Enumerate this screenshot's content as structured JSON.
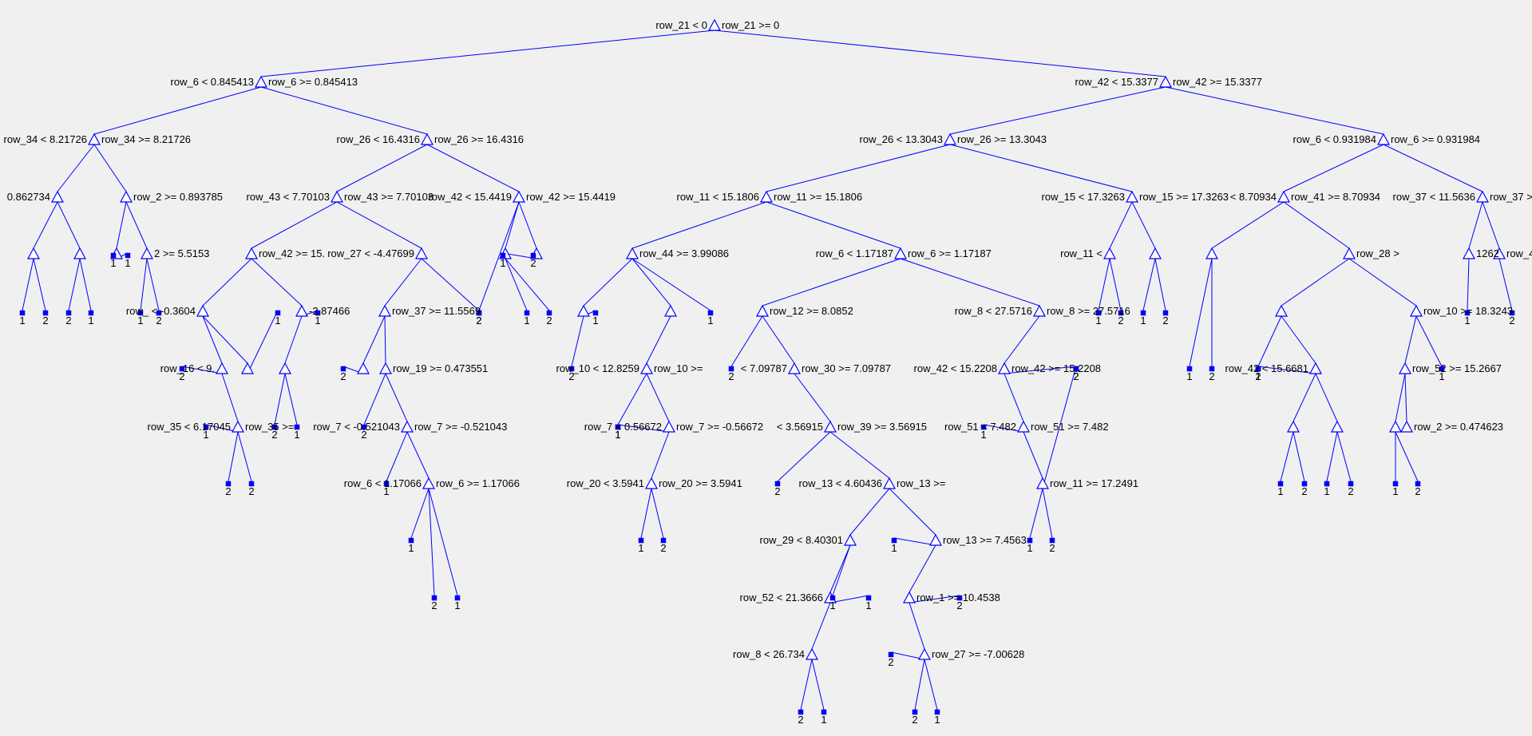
{
  "figure": {
    "background": "#f0f0f0",
    "line_color": "#0000ff",
    "split_marker": "open-triangle",
    "leaf_marker": "filled-dot"
  },
  "tree": {
    "nodes": [
      {
        "id": "n1",
        "left": "row_21 < 0",
        "right": "row_21 >= 0"
      },
      {
        "id": "n2",
        "parent": "n1",
        "left": "row_6 < 0.845413",
        "right": "row_6 >= 0.845413"
      },
      {
        "id": "n3",
        "parent": "n1",
        "left": "row_42 < 15.3377",
        "right": "row_42 >= 15.3377"
      },
      {
        "id": "n4",
        "parent": "n2",
        "left": "row_34 < 8.21726",
        "right": "row_34 >= 8.21726"
      },
      {
        "id": "n5",
        "parent": "n2",
        "left": "row_26 < 16.4316",
        "right": "row_26 >= 16.4316"
      },
      {
        "id": "n6",
        "parent": "n3",
        "left": "row_26 < 13.3043",
        "right": "row_26 >= 13.3043"
      },
      {
        "id": "n7",
        "parent": "n3",
        "left": "row_6 < 0.931984",
        "right": "row_6 >= 0.931984"
      },
      {
        "id": "n8",
        "parent": "n4",
        "left": "0.862734",
        "right": ""
      },
      {
        "id": "n9",
        "parent": "n4",
        "left": "",
        "right": "row_2 >= 0.893785"
      },
      {
        "id": "n10",
        "parent": "n5",
        "left": "row_43 < 7.70103",
        "right": "row_43 >= 7.70103"
      },
      {
        "id": "n11",
        "parent": "n5",
        "left": "row_42 < 15.4419",
        "right": "row_42 >= 15.4419"
      },
      {
        "id": "n12",
        "parent": "n6",
        "left": "row_11 < 15.1806",
        "right": "row_11 >= 15.1806"
      },
      {
        "id": "n13",
        "parent": "n6",
        "left": "row_15 < 17.3263",
        "right": "row_15 >= 17.3263"
      },
      {
        "id": "n14",
        "parent": "n7",
        "left": "< 8.70934",
        "right": "row_41 >= 8.70934"
      },
      {
        "id": "n15",
        "parent": "n7",
        "left": "row_37 < 11.5636",
        "right": "row_37 >"
      },
      {
        "id": "n16",
        "parent": "n8",
        "left": "",
        "right": ""
      },
      {
        "id": "n17",
        "parent": "n8",
        "left": "",
        "right": ""
      },
      {
        "id": "n18",
        "parent": "n9",
        "left": "",
        "right": ""
      },
      {
        "id": "n19",
        "parent": "n9",
        "left": "",
        "right": "2 >= 5.5153"
      },
      {
        "id": "n20",
        "parent": "n10",
        "left": "",
        "right": "row_42 >= 15."
      },
      {
        "id": "n21",
        "parent": "n10",
        "left": "row_27 < -4.47699",
        "right": ""
      },
      {
        "id": "n22",
        "parent": "n11",
        "left": "",
        "right": ""
      },
      {
        "id": "n23",
        "parent": "n11",
        "left": "",
        "right": ""
      },
      {
        "id": "n24",
        "parent": "n12",
        "left": "",
        "right": "row_44 >= 3.99086"
      },
      {
        "id": "n25",
        "parent": "n12",
        "left": "row_6 < 1.17187",
        "right": "row_6 >= 1.17187"
      },
      {
        "id": "n26",
        "parent": "n13",
        "left": "row_11 <",
        "right": ""
      },
      {
        "id": "n27",
        "parent": "n13",
        "left": "",
        "right": ""
      },
      {
        "id": "n28",
        "parent": "n14",
        "left": "",
        "right": ""
      },
      {
        "id": "n29",
        "parent": "n14",
        "left": "",
        "right": "row_28 >"
      },
      {
        "id": "n30",
        "parent": "n15",
        "left": "",
        "right": "1262"
      },
      {
        "id": "n31",
        "parent": "n15",
        "left": "",
        "right": "row_4"
      },
      {
        "id": "n32",
        "parent": "n20",
        "left": "row_ < -0.3604",
        "right": ""
      },
      {
        "id": "n33",
        "parent": "n20",
        "left": "",
        "right": "-2.87466"
      },
      {
        "id": "n34",
        "parent": "n21",
        "left": "",
        "right": "row_37 >= 11.5569"
      },
      {
        "id": "n35",
        "parent": "n24",
        "left": "",
        "right": ""
      },
      {
        "id": "n36",
        "parent": "n24",
        "left": "",
        "right": ""
      },
      {
        "id": "n37",
        "parent": "n25",
        "left": "",
        "right": "row_12 >= 8.0852"
      },
      {
        "id": "n38",
        "parent": "n25",
        "left": "row_8 < 27.5716",
        "right": "row_8 >= 27.5716"
      },
      {
        "id": "n39",
        "parent": "n29",
        "left": "",
        "right": ""
      },
      {
        "id": "n40",
        "parent": "n29",
        "left": "",
        "right": "row_10 >= 18.3243"
      },
      {
        "id": "n41",
        "parent": "n32",
        "left": "row_16 < 9.",
        "right": ""
      },
      {
        "id": "n42",
        "parent": "n32",
        "left": "",
        "right": ""
      },
      {
        "id": "n43",
        "parent": "n33",
        "left": "",
        "right": ""
      },
      {
        "id": "n44",
        "parent": "n34",
        "left": "",
        "right": ""
      },
      {
        "id": "n45",
        "parent": "n34",
        "left": "",
        "right": "row_19 >= 0.473551"
      },
      {
        "id": "n46",
        "parent": "n36",
        "left": "row_10 < 12.8259",
        "right": "row_10 >="
      },
      {
        "id": "n47",
        "parent": "n37",
        "left": "< 7.09787",
        "right": "row_30 >= 7.09787"
      },
      {
        "id": "n48",
        "parent": "n38",
        "left": "row_42 < 15.2208",
        "right": "row_42 >= 15.2208"
      },
      {
        "id": "n49",
        "parent": "n39",
        "left": "row_42 < 15.6681",
        "right": ""
      },
      {
        "id": "n50",
        "parent": "n40",
        "left": "",
        "right": "row_52 >= 15.2667"
      },
      {
        "id": "n51",
        "parent": "n41",
        "left": "row_35 < 6.17045",
        "right": "row_35 >="
      },
      {
        "id": "n52",
        "parent": "n45",
        "left": "row_7 < -0.521043",
        "right": "row_7 >= -0.521043"
      },
      {
        "id": "n53",
        "parent": "n46",
        "left": "row_7 < 0.56672",
        "right": "row_7 >= -0.56672"
      },
      {
        "id": "n54",
        "parent": "n47",
        "left": "< 3.56915",
        "right": "row_39 >= 3.56915"
      },
      {
        "id": "n55",
        "parent": "n48",
        "left": "row_51 < 7.482",
        "right": "row_51 >= 7.482"
      },
      {
        "id": "n56",
        "parent": "n50",
        "left": "",
        "right": "row_2 >= 0.474623"
      },
      {
        "id": "n57",
        "parent": "n49",
        "left": "",
        "right": ""
      },
      {
        "id": "n58",
        "parent": "n49",
        "left": "",
        "right": ""
      },
      {
        "id": "n59",
        "parent": "n50",
        "left": "",
        "right": ""
      },
      {
        "id": "n60",
        "parent": "n52",
        "left": "row_6 < 1.17066",
        "right": "row_6 >= 1.17066"
      },
      {
        "id": "n61",
        "parent": "n53",
        "left": "row_20 < 3.5941",
        "right": "row_20 >= 3.5941"
      },
      {
        "id": "n62",
        "parent": "n54",
        "left": "row_13 < 4.60436",
        "right": "row_13 >="
      },
      {
        "id": "n63",
        "parent": "n55",
        "left": "",
        "right": "row_11 >= 17.2491"
      },
      {
        "id": "n64",
        "parent": "n62",
        "left": "row_29 < 8.40301",
        "right": ""
      },
      {
        "id": "n65",
        "parent": "n62",
        "left": "",
        "right": "row_13 >= 7.4563"
      },
      {
        "id": "n66",
        "parent": "n64",
        "left": "row_52 < 21.3666",
        "right": ""
      },
      {
        "id": "n67",
        "parent": "n65",
        "left": "",
        "right": "row_1 >= 10.4538"
      },
      {
        "id": "n68",
        "parent": "n66",
        "left": "row_8 < 26.734",
        "right": ""
      },
      {
        "id": "n69",
        "parent": "n67",
        "left": "",
        "right": "row_27 >= -7.00628"
      }
    ],
    "leaves": [
      {
        "id": "l1",
        "parent": "n16",
        "value": "1"
      },
      {
        "id": "l2",
        "parent": "n16",
        "value": "2"
      },
      {
        "id": "l3",
        "parent": "n17",
        "value": "2"
      },
      {
        "id": "l4",
        "parent": "n17",
        "value": "1"
      },
      {
        "id": "l5",
        "parent": "n18",
        "value": "1"
      },
      {
        "id": "l6",
        "parent": "n18",
        "value": "1"
      },
      {
        "id": "l7",
        "parent": "n19",
        "value": "1"
      },
      {
        "id": "l8",
        "parent": "n19",
        "value": "2"
      },
      {
        "id": "l9",
        "parent": "n21",
        "value": "2"
      },
      {
        "id": "l10",
        "parent": "n11",
        "value": "2"
      },
      {
        "id": "l11",
        "parent": "n22",
        "value": "1"
      },
      {
        "id": "l12",
        "parent": "n22",
        "value": "2"
      },
      {
        "id": "l13",
        "parent": "n23",
        "value": "1"
      },
      {
        "id": "l14",
        "parent": "n23",
        "value": "2"
      },
      {
        "id": "l15",
        "parent": "n35",
        "value": "2"
      },
      {
        "id": "l16",
        "parent": "n35",
        "value": "1"
      },
      {
        "id": "l17",
        "parent": "n24",
        "value": "1"
      },
      {
        "id": "l18",
        "parent": "n26",
        "value": "1"
      },
      {
        "id": "l19",
        "parent": "n26",
        "value": "2"
      },
      {
        "id": "l20",
        "parent": "n27",
        "value": "1"
      },
      {
        "id": "l21",
        "parent": "n27",
        "value": "2"
      },
      {
        "id": "l22",
        "parent": "n28",
        "value": "1"
      },
      {
        "id": "l23",
        "parent": "n28",
        "value": "2"
      },
      {
        "id": "l24",
        "parent": "n30",
        "value": "1"
      },
      {
        "id": "l25",
        "parent": "n31",
        "value": "2"
      },
      {
        "id": "l26",
        "parent": "n41",
        "value": "2"
      },
      {
        "id": "l27",
        "parent": "n42",
        "value": "1"
      },
      {
        "id": "l28",
        "parent": "n43",
        "value": "2"
      },
      {
        "id": "l29",
        "parent": "n43",
        "value": "1"
      },
      {
        "id": "l30",
        "parent": "n33",
        "value": "1"
      },
      {
        "id": "l31",
        "parent": "n44",
        "value": "2"
      },
      {
        "id": "l32",
        "parent": "n45",
        "value": "2"
      },
      {
        "id": "l33",
        "parent": "n46",
        "value": "1"
      },
      {
        "id": "l34",
        "parent": "n37",
        "value": "2"
      },
      {
        "id": "l35",
        "parent": "n48",
        "value": "2"
      },
      {
        "id": "l36",
        "parent": "n51",
        "value": "2"
      },
      {
        "id": "l37",
        "parent": "n51",
        "value": "2"
      },
      {
        "id": "l38",
        "parent": "n51",
        "value": "1"
      },
      {
        "id": "l39",
        "parent": "n52",
        "value": "1"
      },
      {
        "id": "l40",
        "parent": "n53",
        "value": "1"
      },
      {
        "id": "l41",
        "parent": "n54",
        "value": "2"
      },
      {
        "id": "l42",
        "parent": "n55",
        "value": "1"
      },
      {
        "id": "l43",
        "parent": "n63",
        "value": "2"
      },
      {
        "id": "l44",
        "parent": "n39",
        "value": "2"
      },
      {
        "id": "l45",
        "parent": "n49",
        "value": "1"
      },
      {
        "id": "l46",
        "parent": "n40",
        "value": "1"
      },
      {
        "id": "l47",
        "parent": "n57",
        "value": "1"
      },
      {
        "id": "l48",
        "parent": "n57",
        "value": "2"
      },
      {
        "id": "l49",
        "parent": "n58",
        "value": "1"
      },
      {
        "id": "l50",
        "parent": "n58",
        "value": "2"
      },
      {
        "id": "l51",
        "parent": "n59",
        "value": "1"
      },
      {
        "id": "l52",
        "parent": "n59",
        "value": "2"
      },
      {
        "id": "l53",
        "parent": "n60",
        "value": "1"
      },
      {
        "id": "l54",
        "parent": "n61",
        "value": "1"
      },
      {
        "id": "l55",
        "parent": "n61",
        "value": "2"
      },
      {
        "id": "l56",
        "parent": "n60",
        "value": "2"
      },
      {
        "id": "l57",
        "parent": "n60",
        "value": "1"
      },
      {
        "id": "l58",
        "parent": "n63",
        "value": "1"
      },
      {
        "id": "l59",
        "parent": "n63",
        "value": "2"
      },
      {
        "id": "l60",
        "parent": "n64",
        "value": "1"
      },
      {
        "id": "l61",
        "parent": "n66",
        "value": "1"
      },
      {
        "id": "l62",
        "parent": "n67",
        "value": "2"
      },
      {
        "id": "l63",
        "parent": "n69",
        "value": "2"
      },
      {
        "id": "l64",
        "parent": "n69",
        "value": "1"
      },
      {
        "id": "l65",
        "parent": "n68",
        "value": "2"
      },
      {
        "id": "l66",
        "parent": "n68",
        "value": "1"
      },
      {
        "id": "l67",
        "parent": "n65",
        "value": "1"
      },
      {
        "id": "l68",
        "parent": "n69",
        "value": "2"
      }
    ]
  }
}
